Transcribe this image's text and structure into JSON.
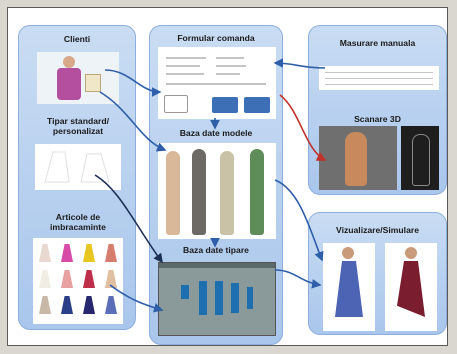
{
  "panels": {
    "clienti": "Clienti",
    "tipar": "Tipar standard/ personalizat",
    "articole": "Articole de imbracaminte",
    "formular": "Formular comanda",
    "baza_modele": "Baza date modele",
    "baza_tipare": "Baza date tipare",
    "masurare": "Masurare manuala",
    "scanare": "Scanare 3D",
    "vizualizare": "Vizualizare/Simulare"
  },
  "colors": {
    "panel": "#b5cdee",
    "arrow": "#2f5fa8",
    "dark_arrow": "#1c2f55",
    "red_arrow": "#c0322b"
  }
}
